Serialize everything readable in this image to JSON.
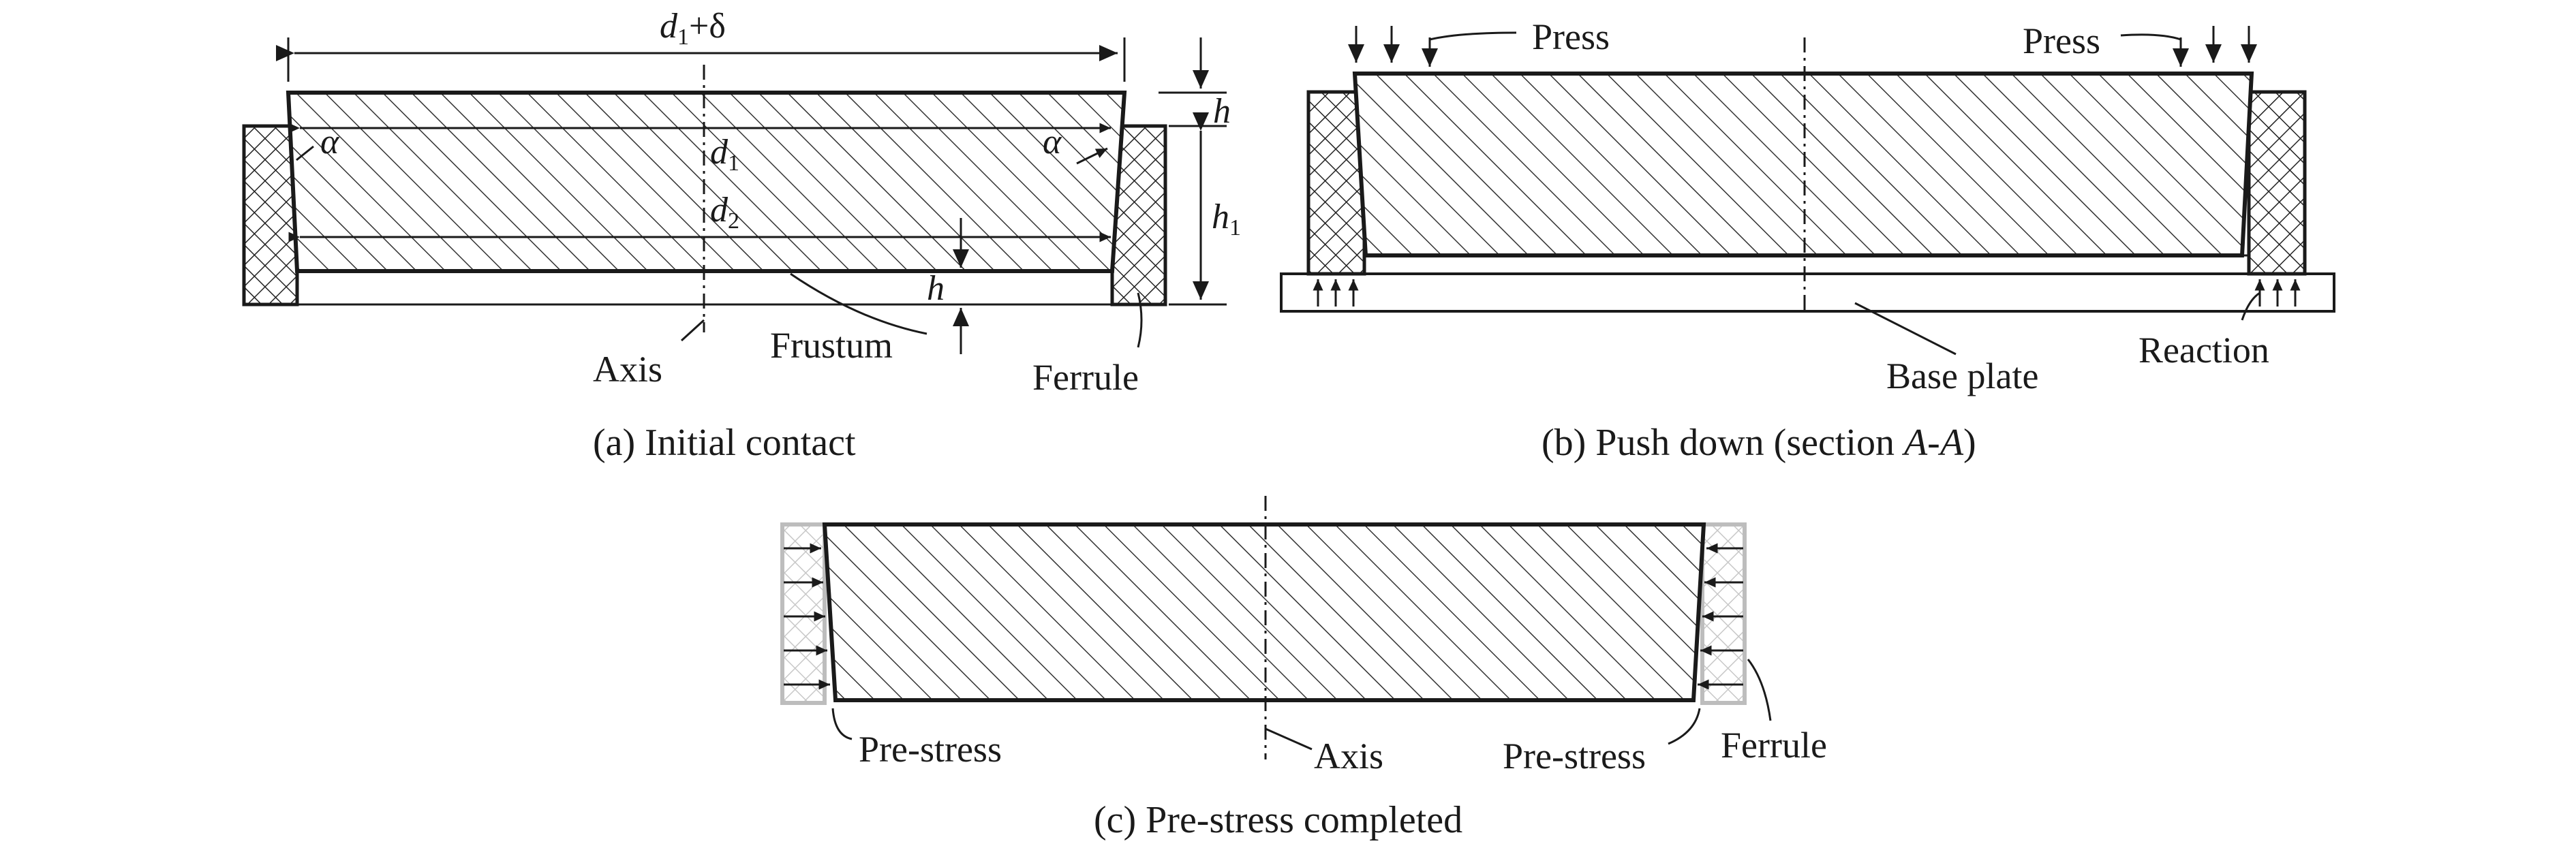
{
  "panels": {
    "a": {
      "dimension_top_sym": "d",
      "dimension_top_sub": "1",
      "dimension_top_suffix": "+δ",
      "d1_sym": "d",
      "d1_sub": "1",
      "d2_sym": "d",
      "d2_sub": "2",
      "h_top": "h",
      "h_bottom": "h",
      "h1_sym": "h",
      "h1_sub": "1",
      "alpha_left": "α",
      "alpha_right": "α",
      "label_axis": "Axis",
      "label_frustum": "Frustum",
      "label_ferrule": "Ferrule",
      "caption": "(a) Initial contact"
    },
    "b": {
      "label_press_left": "Press",
      "label_press_right": "Press",
      "label_base_plate": "Base plate",
      "label_reaction": "Reaction",
      "caption_prefix": "(b) Push down (section ",
      "caption_section": "A",
      "caption_dash": "-",
      "caption_section2": "A",
      "caption_suffix": ")"
    },
    "c": {
      "label_prestress_left": "Pre-stress",
      "label_axis": "Axis",
      "label_prestress_right": "Pre-stress",
      "label_ferrule": "Ferrule",
      "caption": "(c) Pre-stress completed"
    }
  }
}
